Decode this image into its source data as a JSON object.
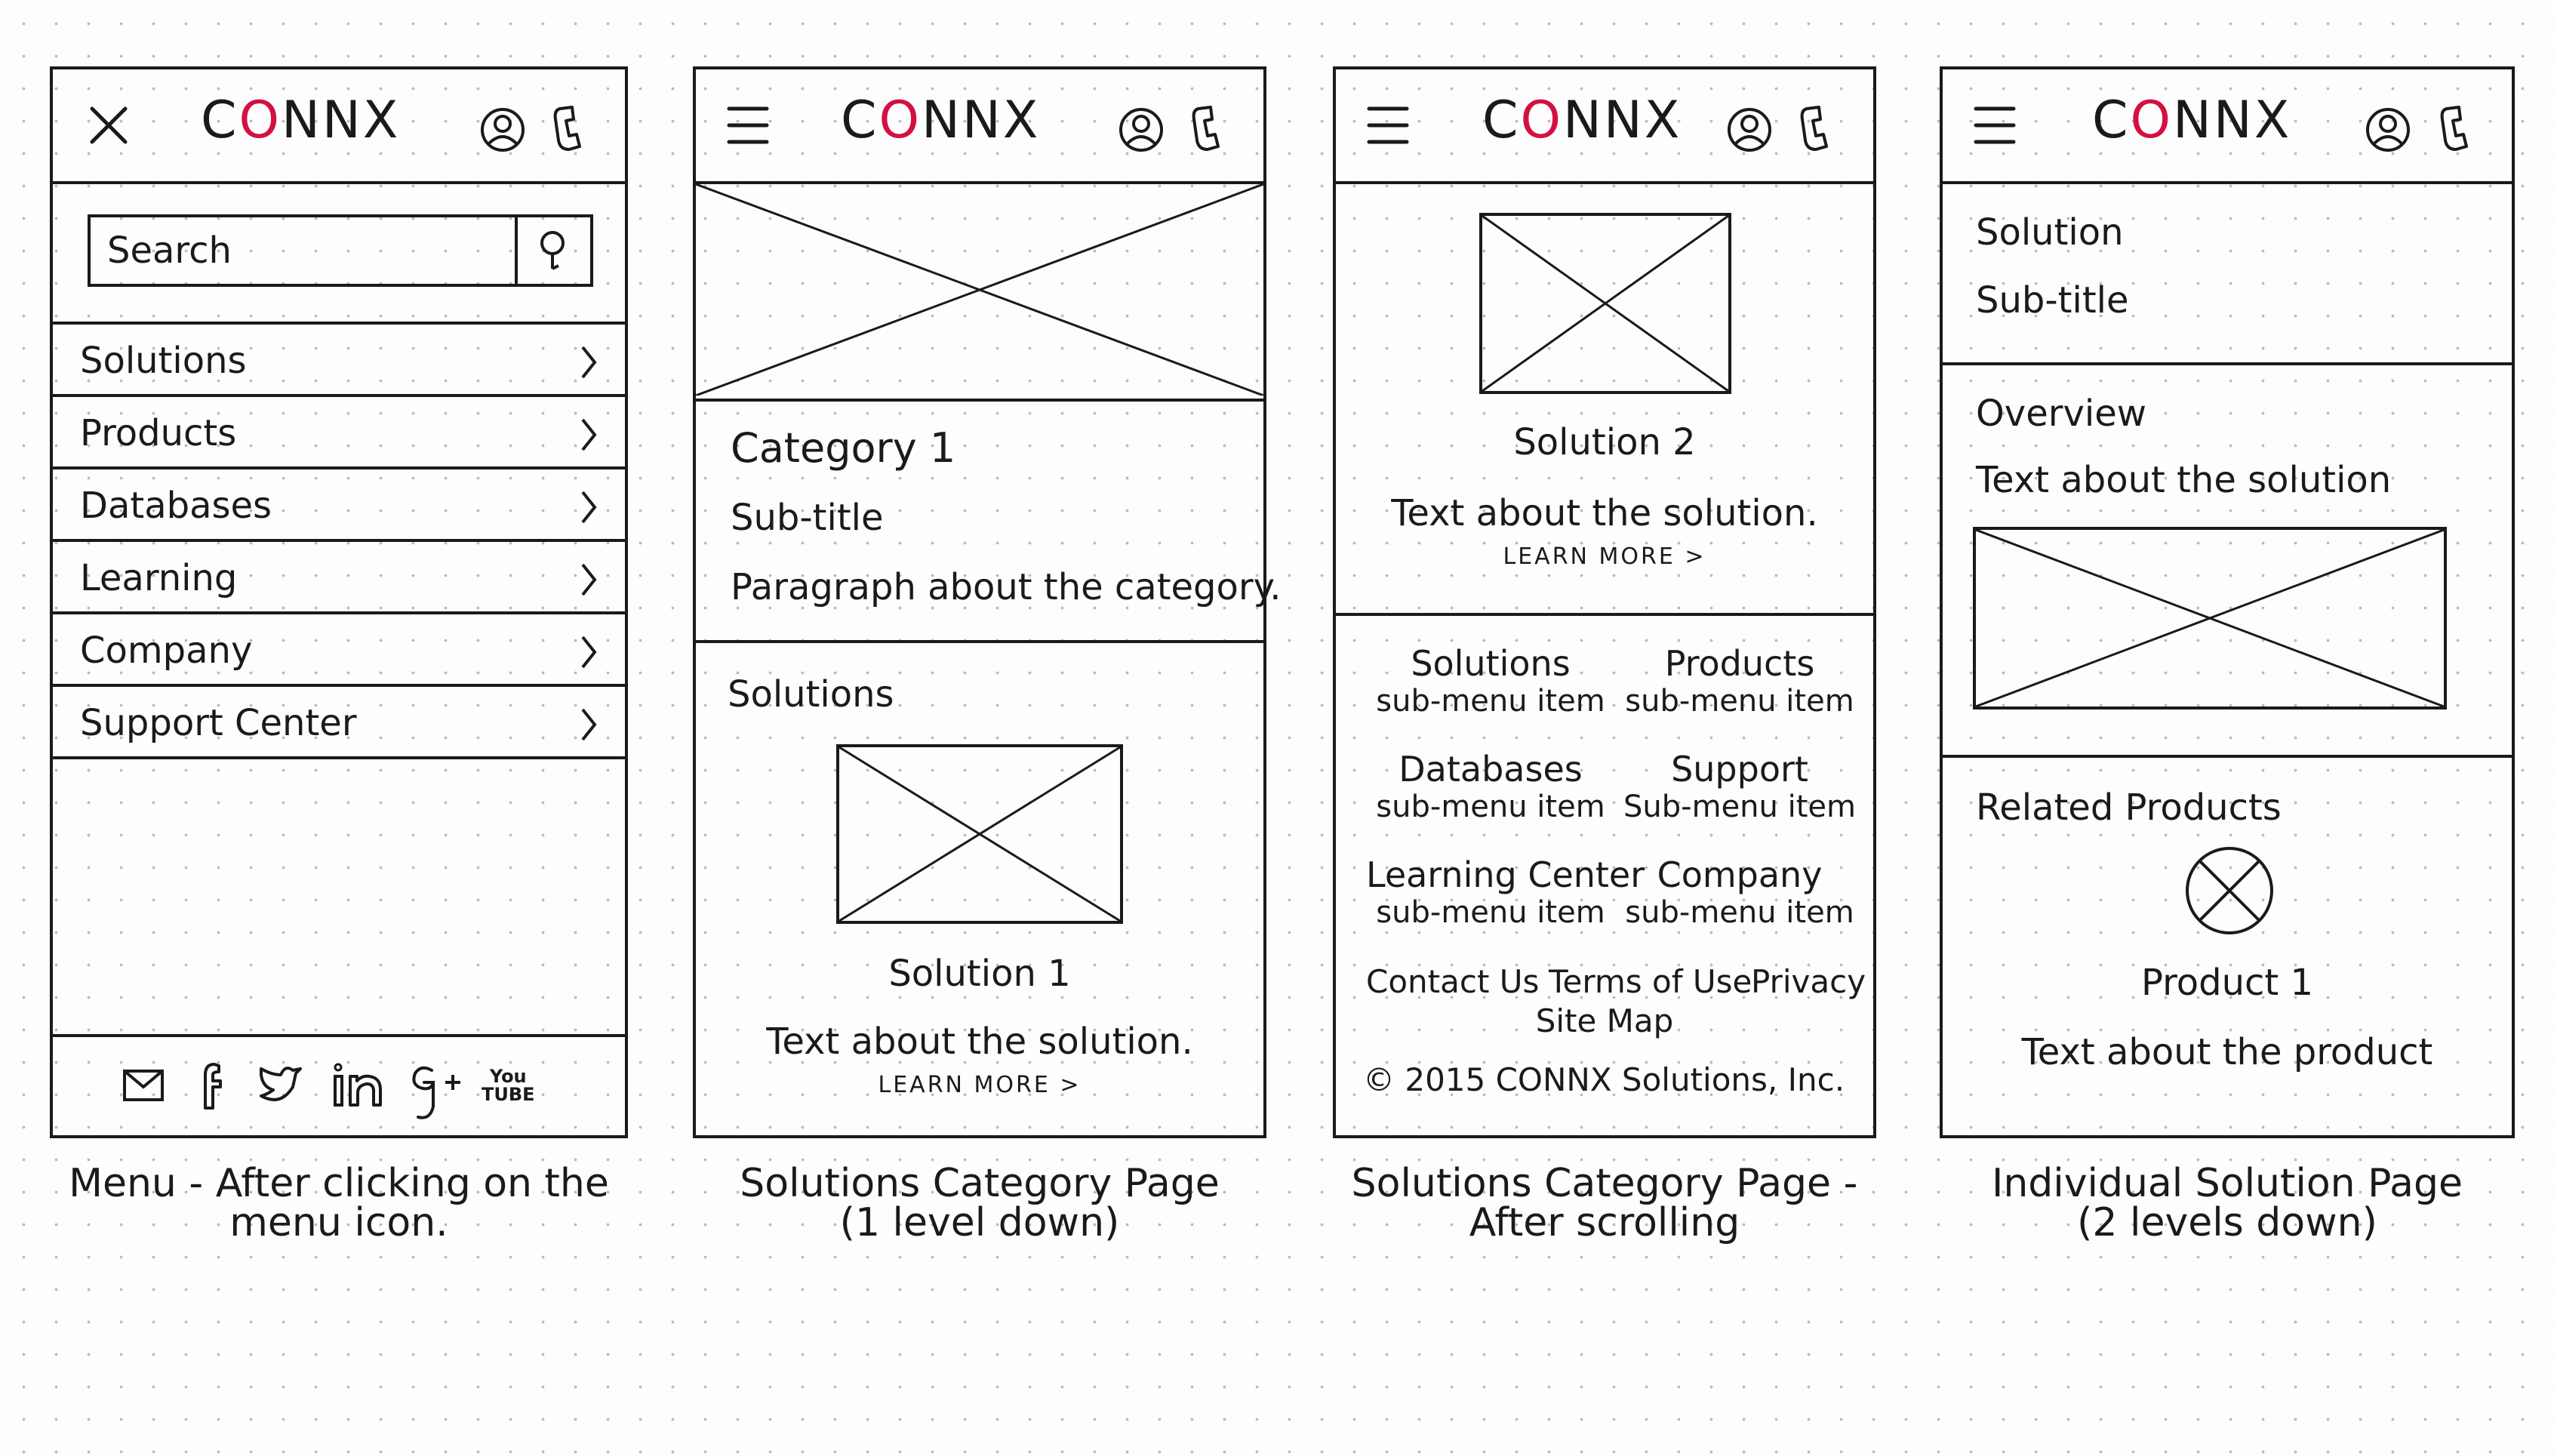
{
  "brand": {
    "prefix": "C",
    "o": "O",
    "suffix": "NNX"
  },
  "menu_screen": {
    "search_placeholder": "Search",
    "items": [
      {
        "label": "Solutions"
      },
      {
        "label": "Products"
      },
      {
        "label": "Databases"
      },
      {
        "label": "Learning"
      },
      {
        "label": "Company"
      },
      {
        "label": "Support Center"
      }
    ],
    "social_icons": [
      "mail-icon",
      "facebook-icon",
      "twitter-icon",
      "linkedin-icon",
      "google-plus-icon",
      "youtube-icon"
    ],
    "youtube_label_top": "You",
    "youtube_label_bottom": "Tube",
    "caption_line1": "Menu - After clicking on the",
    "caption_line2": "menu icon."
  },
  "category_screen": {
    "title": "Category 1",
    "subtitle": "Sub-title",
    "paragraph": "Paragraph about the category.",
    "section_heading": "Solutions",
    "solution_name": "Solution 1",
    "solution_text": "Text about the solution.",
    "learn_more": "LEARN MORE >",
    "caption_line1": "Solutions Category Page",
    "caption_line2": "(1 level down)"
  },
  "scrolled_screen": {
    "solution_name": "Solution 2",
    "solution_text": "Text about the solution.",
    "learn_more": "LEARN MORE >",
    "footer_links": [
      {
        "title": "Solutions",
        "sub": "sub-menu item"
      },
      {
        "title": "Products",
        "sub": "sub-menu item"
      },
      {
        "title": "Databases",
        "sub": "sub-menu item"
      },
      {
        "title": "Support",
        "sub": "Sub-menu item"
      },
      {
        "title": "Learning Center",
        "sub": "sub-menu item"
      },
      {
        "title": "Company",
        "sub": "sub-menu item"
      }
    ],
    "contact": "Contact Us",
    "terms": "Terms of Use",
    "privacy": "Privacy",
    "site_map": "Site Map",
    "copyright": "© 2015 CONNX Solutions, Inc.",
    "caption_line1": "Solutions Category Page -",
    "caption_line2": "After scrolling"
  },
  "solution_screen": {
    "title": "Solution",
    "subtitle": "Sub-title",
    "overview": "Overview",
    "overview_text": "Text about the solution",
    "related": "Related Products",
    "product_name": "Product 1",
    "product_text": "Text about the product",
    "caption_line1": "Individual Solution Page",
    "caption_line2": "(2 levels down)"
  },
  "colors": {
    "ink": "#1a1a1a",
    "brand_accent": "#d4103f",
    "paper": "#fdfdfd",
    "dot": "#b9b9b9"
  }
}
